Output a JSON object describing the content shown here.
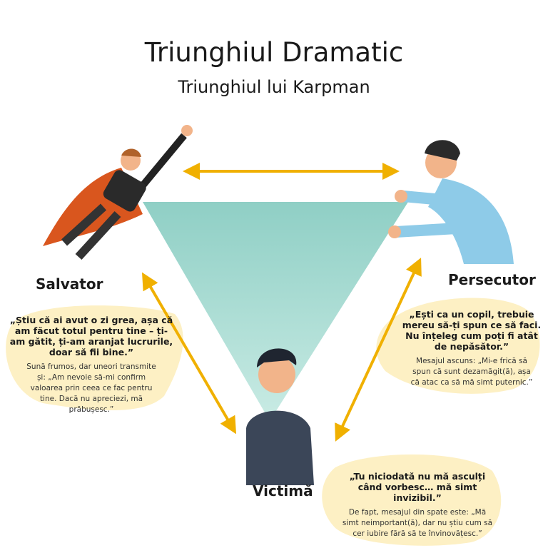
{
  "header": {
    "title": "Triunghiul Dramatic",
    "subtitle": "Triunghiul lui Karpman"
  },
  "colors": {
    "triangle": "#8fcfc5",
    "arrow": "#f0b000",
    "bubble": "#fdf0c4"
  },
  "roles": [
    {
      "label": "Salvator",
      "quote": "„Știu că ai avut o zi grea, așa că am făcut totul pentru tine – ți-am gătit, ți-am aranjat lucrurile, doar să fii bine.”",
      "message": "Sună frumos, dar uneori transmite și: „Am nevoie să-mi confirm valoarea prin ceea ce fac pentru tine. Dacă nu apreciezi, mă prăbușesc.”"
    },
    {
      "label": "Persecutor",
      "quote": "„Ești ca un copil, trebuie mereu să-ți spun ce să faci. Nu înțeleg cum poți fi atât de nepăsător.”",
      "message": "Mesajul ascuns: „Mi-e frică să spun că sunt dezamăgit(ă), așa că atac ca să mă simt puternic.”"
    },
    {
      "label": "Victimă",
      "quote": "„Tu niciodată nu mă asculți când vorbesc… mă simt invizibil.”",
      "message": "De fapt, mesajul din spate este: „Mă simt neimportant(ă), dar nu știu cum să cer iubire fără să te învinovățesc.”"
    }
  ]
}
